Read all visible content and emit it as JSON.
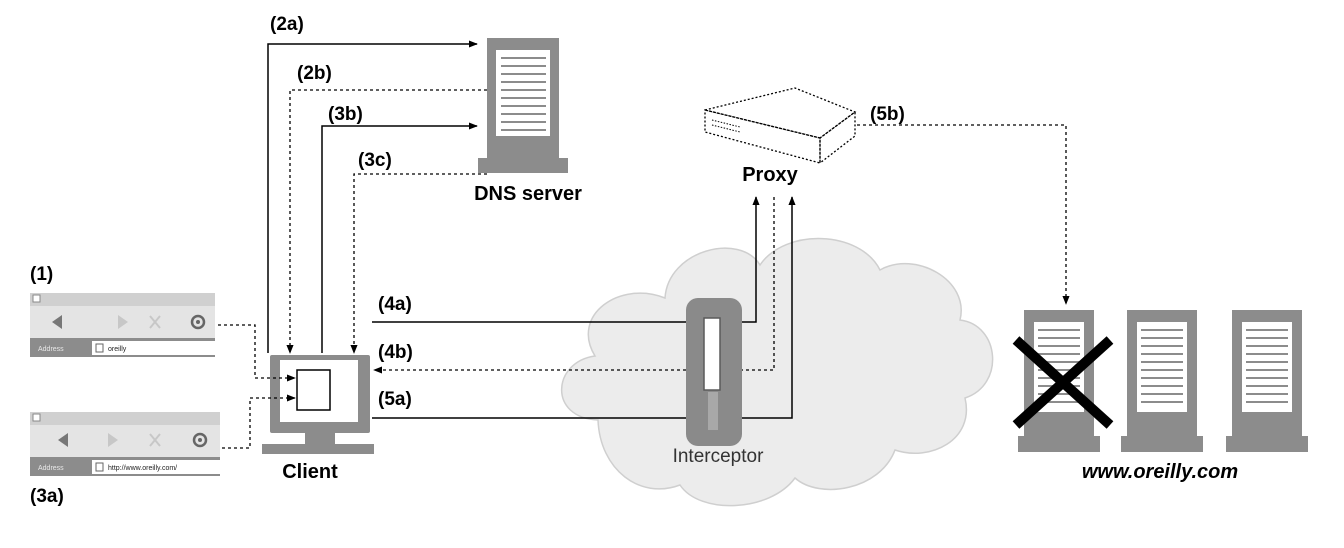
{
  "labels": {
    "step_1": "(1)",
    "step_2a": "(2a)",
    "step_2b": "(2b)",
    "step_3a": "(3a)",
    "step_3b": "(3b)",
    "step_3c": "(3c)",
    "step_4a": "(4a)",
    "step_4b": "(4b)",
    "step_5a": "(5a)",
    "step_5b": "(5b)",
    "dns_server": "DNS server",
    "proxy": "Proxy",
    "client": "Client",
    "interceptor": "Interceptor",
    "origin": "www.oreilly.com"
  },
  "browser_1": {
    "address_label": "Address",
    "url": "oreilly"
  },
  "browser_2": {
    "address_label": "Address",
    "url": "http://www.oreilly.com/"
  },
  "colors": {
    "server_gray": "#8c8c8c",
    "cloud_fill": "#ececec",
    "interceptor_gray": "#8a8a8a"
  }
}
